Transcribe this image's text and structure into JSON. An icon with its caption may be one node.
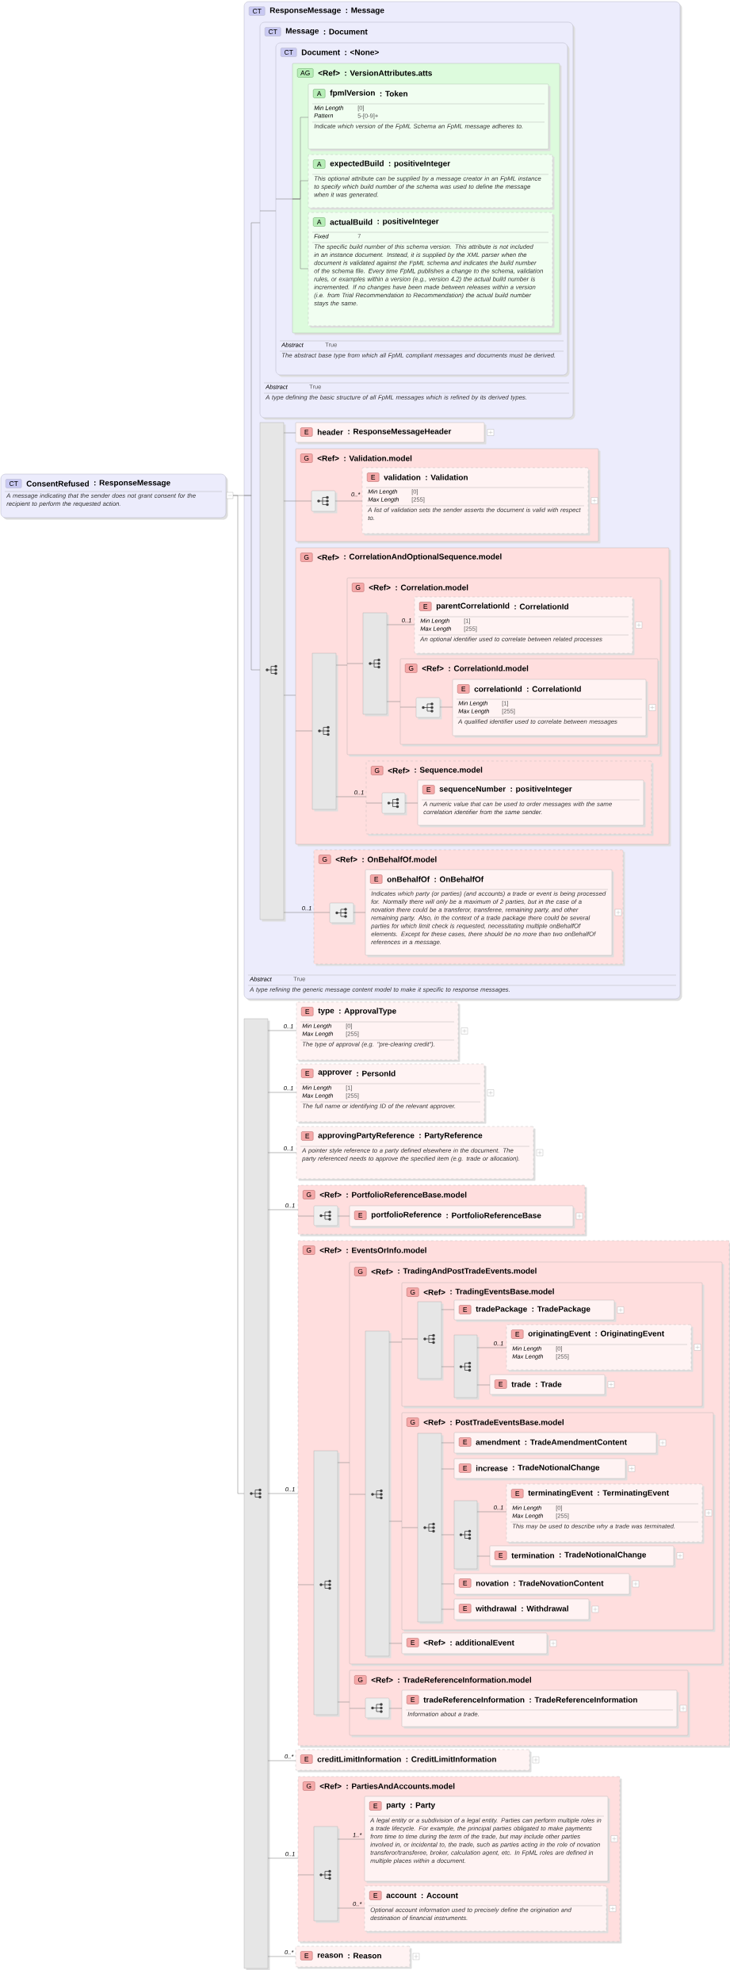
{
  "diagram": {
    "nodes": [
      {
        "text": [
          "CT",
          "ConsentRefused",
          ": ResponseMessage",
          "A message indicating that the sender does not grant consent for the recipient to perform the requested action."
        ]
      },
      {
        "text": [
          "CT",
          "ResponseMessage",
          ": Message",
          "Abstract",
          "True",
          "A type refining the generic message content model to make it specific to response messages."
        ]
      },
      {
        "text": [
          "CT",
          "Message",
          ": Document",
          "Abstract",
          "True",
          "A type defining the basic structure of all FpML messages which is refined by its derived types."
        ],
        "in": 1
      },
      {
        "text": [
          "CT",
          "Document",
          ": <None>",
          "Abstract",
          "True",
          "The abstract base type from which all FpML compliant messages and documents must be derived."
        ],
        "in": 2
      },
      {
        "text": [
          "AG",
          "<Ref>",
          ": VersionAttributes.atts"
        ],
        "in": 3
      },
      {
        "text": [
          "A",
          "fpmlVersion",
          ": Token",
          "Min Length",
          "[0]",
          "Pattern",
          "5-[0-9]+",
          "Indicate which version of the FpML Schema an FpML message adheres to."
        ],
        "in": 4
      },
      {
        "text": [
          "A",
          "expectedBuild",
          ": positiveInteger",
          "This optional attribute can be supplied by a message creator in an FpML instance to specify which build number of the schema was used to define the message when it was generated."
        ],
        "in": 4
      },
      {
        "text": [
          "A",
          "actualBuild",
          ": positiveInteger",
          "Fixed",
          "7",
          "The specific build number of this schema version. This attribute is not included in an instance document. Instead, it is supplied by the XML parser when the document is validated against the FpML schema and indicates the build number of the schema file. Every time FpML publishes a change to the schema, validation rules, or examples within a version (e.g., version 4.2) the actual build number is incremented. If no changes have been made between releases within a version (i.e. from Trial Recommendation to Recommendation) the actual build number stays the same."
        ],
        "in": 4
      },
      {
        "text": [],
        "shape": "bar",
        "in": 1
      },
      {
        "text": [
          "E",
          "header",
          ": ResponseMessageHeader"
        ],
        "in": 1
      },
      {
        "text": [
          "G",
          "<Ref>",
          ": Validation.model"
        ],
        "in": 1
      },
      {
        "text": [],
        "shape": "box",
        "in": 10
      },
      {
        "text": [
          "E",
          "validation",
          ": Validation",
          "Min Length",
          "[0]",
          "Max Length",
          "[255]",
          "A list of validation sets the sender asserts the document is valid with respect to."
        ],
        "in": 10
      },
      {
        "text": [
          "G",
          "<Ref>",
          ": CorrelationAndOptionalSequence.model"
        ],
        "in": 1
      },
      {
        "text": [],
        "shape": "bar",
        "in": 13
      },
      {
        "text": [
          "G",
          "<Ref>",
          ": Correlation.model"
        ],
        "in": 13
      },
      {
        "text": [],
        "shape": "bar",
        "in": 15
      },
      {
        "text": [
          "E",
          "parentCorrelationId",
          ": CorrelationId",
          "Min Length",
          "[1]",
          "Max Length",
          "[255]",
          "An optional identifier used to correlate between related processes"
        ],
        "in": 15
      },
      {
        "text": [
          "G",
          "<Ref>",
          ": CorrelationId.model"
        ],
        "in": 15
      },
      {
        "text": [],
        "shape": "box",
        "in": 18
      },
      {
        "text": [
          "E",
          "correlationId",
          ": CorrelationId",
          "Min Length",
          "[1]",
          "Max Length",
          "[255]",
          "A qualified identifier used to correlate between messages"
        ],
        "in": 18
      },
      {
        "text": [
          "G",
          "<Ref>",
          ": Sequence.model"
        ],
        "in": 13
      },
      {
        "text": [],
        "shape": "box",
        "in": 21
      },
      {
        "text": [
          "E",
          "sequenceNumber",
          ": positiveInteger",
          "A numeric value that can be used to order messages with the same correlation identifier from the same sender."
        ],
        "in": 21
      },
      {
        "text": [
          "G",
          "<Ref>",
          ": OnBehalfOf.model"
        ],
        "in": 1
      },
      {
        "text": [],
        "shape": "box",
        "in": 24
      },
      {
        "text": [
          "E",
          "onBehalfOf",
          ": OnBehalfOf",
          "Indicates which party (or parties) (and accounts) a trade or event is being processed for. Normally there will only be a maximum of 2 parties, but in the case of a novation there could be a transferor, transferee, remaining party, and other remaining party. Also, in the context of a trade package there could be several parties for which limit check is requested, necessitating multiple onBehalfOf elements. Except for these cases, there should be no more than two onBehalfOf references in a message."
        ],
        "in": 24
      },
      {
        "text": [],
        "shape": "bar"
      },
      {
        "text": [
          "E",
          "type",
          ": ApprovalType",
          "Min Length",
          "[0]",
          "Max Length",
          "[255]",
          "The type of approval (e.g. \"pre-clearing credit\")."
        ]
      },
      {
        "text": [
          "E",
          "approver",
          ": PersonId",
          "Min Length",
          "[1]",
          "Max Length",
          "[255]",
          "The full name or identifying ID of the relevant approver."
        ]
      },
      {
        "text": [
          "E",
          "approvingPartyReference",
          ": PartyReference",
          "A pointer style reference to a party defined elsewhere in the document. The party referenced needs to approve the specified item (e.g. trade or allocation)."
        ]
      },
      {
        "text": [
          "G",
          "<Ref>",
          ": PortfolioReferenceBase.model"
        ]
      },
      {
        "text": [],
        "shape": "box",
        "in": 31
      },
      {
        "text": [
          "E",
          "portfolioReference",
          ": PortfolioReferenceBase"
        ],
        "in": 31
      },
      {
        "text": [
          "G",
          "<Ref>",
          ": EventsOrInfo.model"
        ]
      },
      {
        "text": [],
        "shape": "bar",
        "in": 34
      },
      {
        "text": [
          "G",
          "<Ref>",
          ": TradingAndPostTradeEvents.model"
        ],
        "in": 34
      },
      {
        "text": [],
        "shape": "bar",
        "in": 36
      },
      {
        "text": [
          "G",
          "<Ref>",
          ": TradingEventsBase.model"
        ],
        "in": 36
      },
      {
        "text": [],
        "shape": "bar",
        "in": 38
      },
      {
        "text": [
          "E",
          "tradePackage",
          ": TradePackage"
        ],
        "in": 38
      },
      {
        "text": [],
        "shape": "bar",
        "in": 38
      },
      {
        "text": [
          "E",
          "originatingEvent",
          ": OriginatingEvent",
          "Min Length",
          "[0]",
          "Max Length",
          "[255]"
        ],
        "in": 38
      },
      {
        "text": [
          "E",
          "trade",
          ": Trade"
        ],
        "in": 38
      },
      {
        "text": [
          "G",
          "<Ref>",
          ": PostTradeEventsBase.model"
        ],
        "in": 36
      },
      {
        "text": [],
        "shape": "bar",
        "in": 44
      },
      {
        "text": [
          "E",
          "amendment",
          ": TradeAmendmentContent"
        ],
        "in": 44
      },
      {
        "text": [
          "E",
          "increase",
          ": TradeNotionalChange"
        ],
        "in": 44
      },
      {
        "text": [],
        "shape": "bar",
        "in": 44
      },
      {
        "text": [
          "E",
          "terminatingEvent",
          ": TerminatingEvent",
          "Min Length",
          "[0]",
          "Max Length",
          "[255]",
          "This may be used to describe why a trade was terminated."
        ],
        "in": 44
      },
      {
        "text": [
          "E",
          "termination",
          ": TradeNotionalChange"
        ],
        "in": 44
      },
      {
        "text": [
          "E",
          "novation",
          ": TradeNovationContent"
        ],
        "in": 44
      },
      {
        "text": [
          "E",
          "withdrawal",
          ": Withdrawal"
        ],
        "in": 44
      },
      {
        "text": [
          "E",
          "<Ref>",
          ": additionalEvent"
        ],
        "in": 36
      },
      {
        "text": [
          "G",
          "<Ref>",
          ": TradeReferenceInformation.model"
        ],
        "in": 34
      },
      {
        "text": [],
        "shape": "box",
        "in": 54
      },
      {
        "text": [
          "E",
          "tradeReferenceInformation",
          ": TradeReferenceInformation",
          "Information about a trade."
        ],
        "in": 54
      },
      {
        "text": [
          "E",
          "creditLimitInformation",
          ": CreditLimitInformation"
        ]
      },
      {
        "text": [
          "G",
          "<Ref>",
          ": PartiesAndAccounts.model"
        ]
      },
      {
        "text": [],
        "shape": "bar",
        "in": 58
      },
      {
        "text": [
          "E",
          "party",
          ": Party",
          "A legal entity or a subdivision of a legal entity. Parties can perform multiple roles in a trade lifecycle. For example, the principal parties obligated to make payments from time to time during the term of the trade, but may include other parties involved in, or incidental to, the trade, such as parties acting in the role of novation transferor/transferee, broker, calculation agent, etc. In FpML roles are defined in multiple places within a document."
        ],
        "in": 58
      },
      {
        "text": [
          "E",
          "account",
          ": Account",
          "Optional account information used to precisely define the origination and destination of financial instruments."
        ],
        "in": 58
      },
      {
        "text": [
          "E",
          "reason",
          ": Reason"
        ]
      }
    ],
    "edges": [
      {
        "from": 0,
        "to": 1,
        "arrow": "none"
      },
      {
        "from": 0,
        "to": 27,
        "arrow": "none"
      },
      {
        "from": 1,
        "to": 2,
        "arrow": "none"
      },
      {
        "from": 1,
        "to": 8,
        "arrow": "none"
      },
      {
        "from": 2,
        "to": 3,
        "arrow": "none"
      },
      {
        "from": 3,
        "to": 4,
        "arrow": "none"
      },
      {
        "from": 4,
        "to": 5,
        "arrow": "none"
      },
      {
        "from": 4,
        "to": 6,
        "arrow": "none"
      },
      {
        "from": 4,
        "to": 7,
        "arrow": "none"
      },
      {
        "from": 8,
        "to": 9,
        "arrow": "none"
      },
      {
        "from": 8,
        "to": 10,
        "arrow": "none"
      },
      {
        "from": 10,
        "to": 11,
        "arrow": "none"
      },
      {
        "from": 11,
        "to": 12,
        "arrow": "none",
        "label": "0..*"
      },
      {
        "from": 8,
        "to": 13,
        "arrow": "none"
      },
      {
        "from": 13,
        "to": 14,
        "arrow": "none"
      },
      {
        "from": 14,
        "to": 15,
        "arrow": "none"
      },
      {
        "from": 15,
        "to": 16,
        "arrow": "none"
      },
      {
        "from": 16,
        "to": 17,
        "arrow": "none",
        "label": "0..1"
      },
      {
        "from": 16,
        "to": 18,
        "arrow": "none"
      },
      {
        "from": 18,
        "to": 19,
        "arrow": "none"
      },
      {
        "from": 19,
        "to": 20,
        "arrow": "none"
      },
      {
        "from": 14,
        "to": 21,
        "arrow": "none",
        "label": "0..1"
      },
      {
        "from": 21,
        "to": 22,
        "arrow": "none"
      },
      {
        "from": 22,
        "to": 23,
        "arrow": "none"
      },
      {
        "from": 8,
        "to": 24,
        "arrow": "none",
        "label": "0..1"
      },
      {
        "from": 24,
        "to": 25,
        "arrow": "none"
      },
      {
        "from": 25,
        "to": 26,
        "arrow": "none"
      },
      {
        "from": 27,
        "to": 28,
        "arrow": "none",
        "label": "0..1"
      },
      {
        "from": 27,
        "to": 29,
        "arrow": "none",
        "label": "0..1"
      },
      {
        "from": 27,
        "to": 30,
        "arrow": "none",
        "label": "0..1"
      },
      {
        "from": 27,
        "to": 31,
        "arrow": "none",
        "label": "0..1"
      },
      {
        "from": 31,
        "to": 32,
        "arrow": "none"
      },
      {
        "from": 32,
        "to": 33,
        "arrow": "none"
      },
      {
        "from": 27,
        "to": 34,
        "arrow": "none",
        "label": "0..1"
      },
      {
        "from": 34,
        "to": 35,
        "arrow": "none"
      },
      {
        "from": 35,
        "to": 36,
        "arrow": "none"
      },
      {
        "from": 36,
        "to": 37,
        "arrow": "none"
      },
      {
        "from": 37,
        "to": 38,
        "arrow": "none"
      },
      {
        "from": 38,
        "to": 39,
        "arrow": "none"
      },
      {
        "from": 39,
        "to": 40,
        "arrow": "none"
      },
      {
        "from": 39,
        "to": 41,
        "arrow": "none"
      },
      {
        "from": 41,
        "to": 42,
        "arrow": "none",
        "label": "0..1"
      },
      {
        "from": 41,
        "to": 43,
        "arrow": "none"
      },
      {
        "from": 37,
        "to": 44,
        "arrow": "none"
      },
      {
        "from": 44,
        "to": 45,
        "arrow": "none"
      },
      {
        "from": 45,
        "to": 46,
        "arrow": "none"
      },
      {
        "from": 45,
        "to": 47,
        "arrow": "none"
      },
      {
        "from": 45,
        "to": 48,
        "arrow": "none"
      },
      {
        "from": 48,
        "to": 49,
        "arrow": "none",
        "label": "0..1"
      },
      {
        "from": 48,
        "to": 50,
        "arrow": "none"
      },
      {
        "from": 45,
        "to": 51,
        "arrow": "none"
      },
      {
        "from": 45,
        "to": 52,
        "arrow": "none"
      },
      {
        "from": 37,
        "to": 53,
        "arrow": "none"
      },
      {
        "from": 35,
        "to": 54,
        "arrow": "none"
      },
      {
        "from": 54,
        "to": 55,
        "arrow": "none"
      },
      {
        "from": 55,
        "to": 56,
        "arrow": "none"
      },
      {
        "from": 27,
        "to": 57,
        "arrow": "none",
        "label": "0..*"
      },
      {
        "from": 27,
        "to": 58,
        "arrow": "none",
        "label": "0..1"
      },
      {
        "from": 58,
        "to": 59,
        "arrow": "none"
      },
      {
        "from": 59,
        "to": 60,
        "arrow": "none",
        "label": "1..*"
      },
      {
        "from": 59,
        "to": 61,
        "arrow": "none",
        "label": "0..*"
      },
      {
        "from": 27,
        "to": 62,
        "arrow": "none",
        "label": "0..*"
      }
    ]
  }
}
